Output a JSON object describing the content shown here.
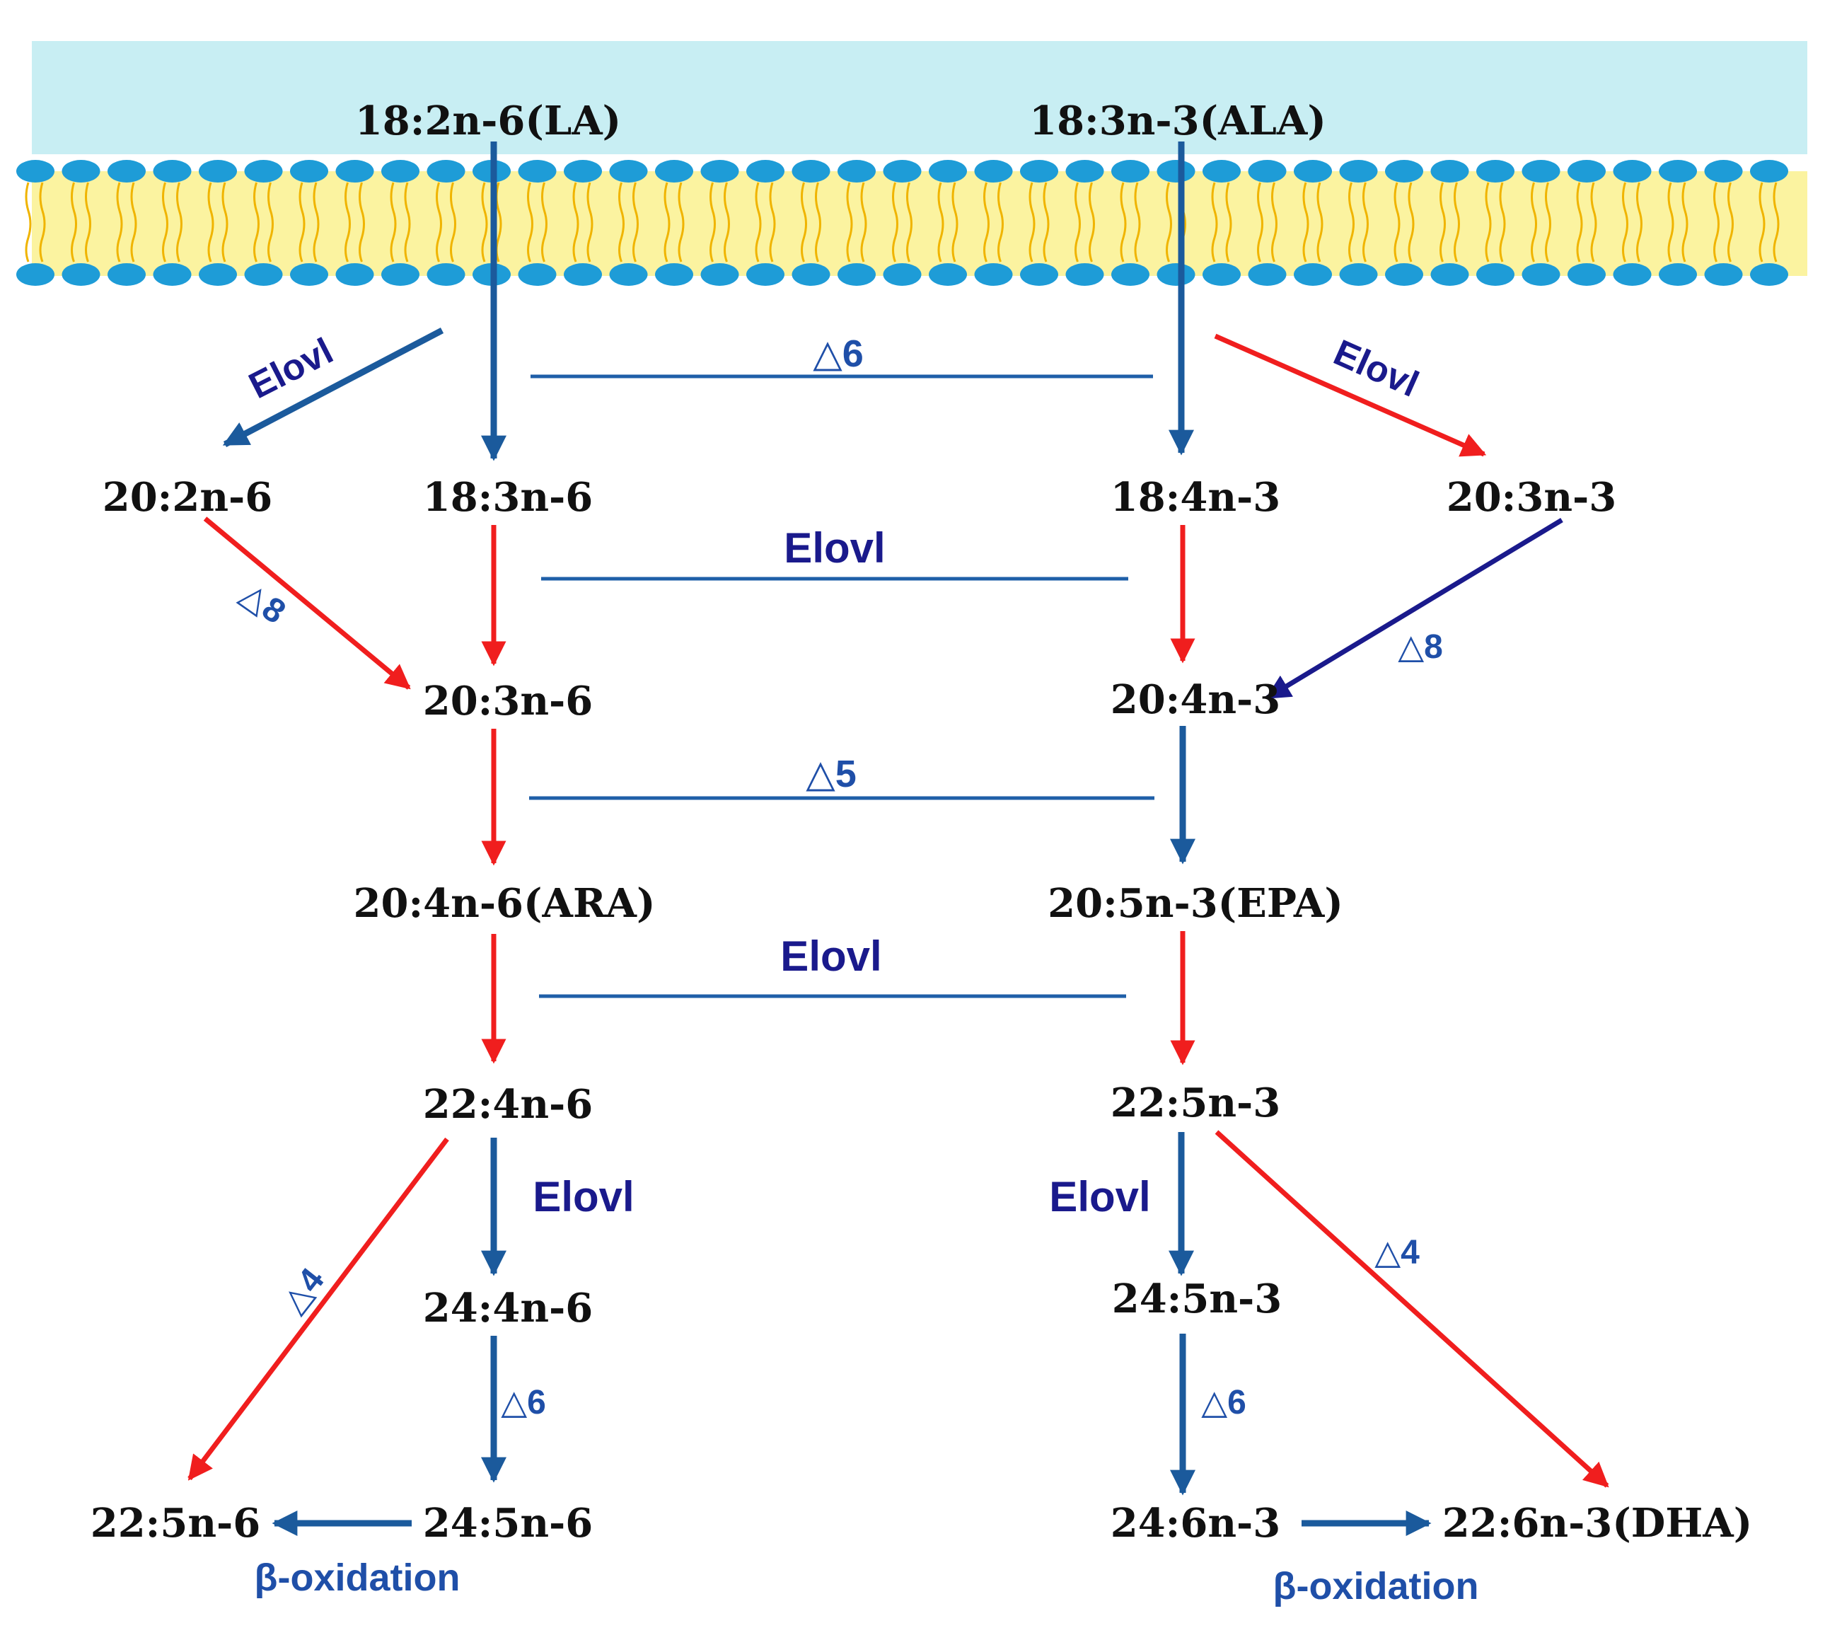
{
  "colors": {
    "extracellular": "#c8eef3",
    "membrane_core": "#fbf3a0",
    "lipid_head": "#1e9cd7",
    "lipid_tail": "#f0b400",
    "arrow_blue": "#1b5a9c",
    "arrow_red": "#f01e1e",
    "arrow_navy": "#1a1a8c",
    "enzyme_text": "#1a1a8c",
    "enzyme_text_light": "#1f4fa8",
    "compound_text": "#111111"
  },
  "compounds": {
    "la": "18:2n-6(LA)",
    "ala": "18:3n-3(ALA)",
    "c20_2n6": "20:2n-6",
    "c18_3n6": "18:3n-6",
    "c18_4n3": "18:4n-3",
    "c20_3n3": "20:3n-3",
    "c20_3n6": "20:3n-6",
    "c20_4n3": "20:4n-3",
    "ara": "20:4n-6(ARA)",
    "epa": "20:5n-3(EPA)",
    "c22_4n6": "22:4n-6",
    "c22_5n3": "22:5n-3",
    "c24_4n6": "24:4n-6",
    "c24_5n3": "24:5n-3",
    "c22_5n6": "22:5n-6",
    "c24_5n6": "24:5n-6",
    "c24_6n3": "24:6n-3",
    "dha": "22:6n-3(DHA)"
  },
  "enzymes": {
    "elovl_left_diag": "Elovl",
    "elovl_right_diag": "Elovl",
    "d6_top": "△6",
    "elovl_row2": "Elovl",
    "d8_left": "△8",
    "d8_right": "△8",
    "d5": "△5",
    "elovl_row4": "Elovl",
    "elovl_left_vert": "Elovl",
    "elovl_right_vert": "Elovl",
    "d4_left": "△4",
    "d4_right": "△4",
    "d6_left_bottom": "△6",
    "d6_right_bottom": "△6",
    "beta_ox_left": "β-oxidation",
    "beta_ox_right": "β-oxidation"
  }
}
